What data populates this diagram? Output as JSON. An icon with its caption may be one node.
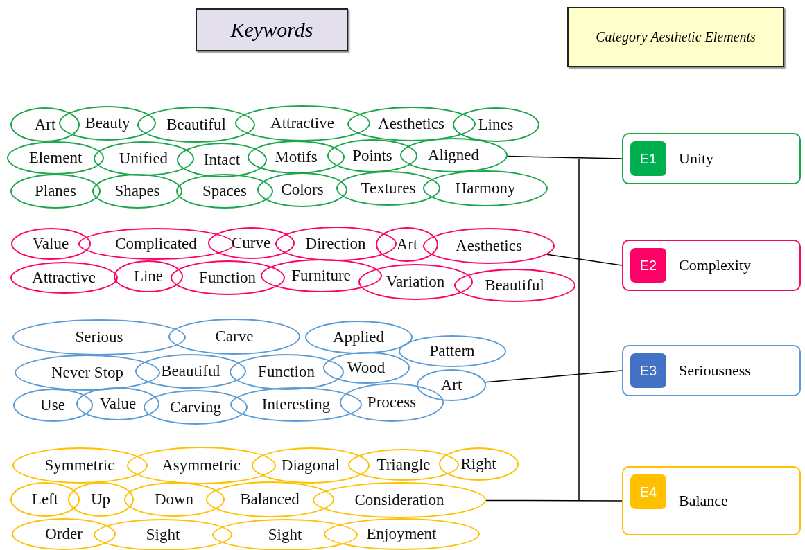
{
  "diagram": {
    "nodes": [
      {
        "text": [
          "Keywords"
        ]
      },
      {
        "text": [
          "Category Aesthetic Elements"
        ]
      },
      {
        "text": [
          "Art"
        ]
      },
      {
        "text": [
          "Beauty"
        ]
      },
      {
        "text": [
          "Beautiful"
        ]
      },
      {
        "text": [
          "Attractive"
        ]
      },
      {
        "text": [
          "Aesthetics"
        ]
      },
      {
        "text": [
          "Lines"
        ]
      },
      {
        "text": [
          "Element"
        ]
      },
      {
        "text": [
          "Unified"
        ]
      },
      {
        "text": [
          "Intact"
        ]
      },
      {
        "text": [
          "Motifs"
        ]
      },
      {
        "text": [
          "Points"
        ]
      },
      {
        "text": [
          "Aligned"
        ]
      },
      {
        "text": [
          "Planes"
        ]
      },
      {
        "text": [
          "Shapes"
        ]
      },
      {
        "text": [
          "Spaces"
        ]
      },
      {
        "text": [
          "Colors"
        ]
      },
      {
        "text": [
          "Textures"
        ]
      },
      {
        "text": [
          "Harmony"
        ]
      },
      {
        "text": [
          "Value"
        ]
      },
      {
        "text": [
          "Complicated"
        ]
      },
      {
        "text": [
          "Curve"
        ]
      },
      {
        "text": [
          "Direction"
        ]
      },
      {
        "text": [
          "Art"
        ]
      },
      {
        "text": [
          "Aesthetics"
        ]
      },
      {
        "text": [
          "Attractive"
        ]
      },
      {
        "text": [
          "Line"
        ]
      },
      {
        "text": [
          "Function"
        ]
      },
      {
        "text": [
          "Furniture"
        ]
      },
      {
        "text": [
          "Variation"
        ]
      },
      {
        "text": [
          "Beautiful"
        ]
      },
      {
        "text": [
          "Serious"
        ]
      },
      {
        "text": [
          "Carve"
        ]
      },
      {
        "text": [
          "Applied"
        ]
      },
      {
        "text": [
          "Pattern"
        ]
      },
      {
        "text": [
          "Never Stop"
        ]
      },
      {
        "text": [
          "Beautiful"
        ]
      },
      {
        "text": [
          "Function"
        ]
      },
      {
        "text": [
          "Wood"
        ]
      },
      {
        "text": [
          "Art"
        ]
      },
      {
        "text": [
          "Use"
        ]
      },
      {
        "text": [
          "Value"
        ]
      },
      {
        "text": [
          "Carving"
        ]
      },
      {
        "text": [
          "Interesting"
        ]
      },
      {
        "text": [
          "Process"
        ]
      },
      {
        "text": [
          "Symmetric"
        ]
      },
      {
        "text": [
          "Asymmetric"
        ]
      },
      {
        "text": [
          "Diagonal"
        ]
      },
      {
        "text": [
          "Triangle"
        ]
      },
      {
        "text": [
          "Right"
        ]
      },
      {
        "text": [
          "Left"
        ]
      },
      {
        "text": [
          "Up"
        ]
      },
      {
        "text": [
          "Down"
        ]
      },
      {
        "text": [
          "Balanced"
        ]
      },
      {
        "text": [
          "Consideration"
        ]
      },
      {
        "text": [
          "Order"
        ]
      },
      {
        "text": [
          "Sight"
        ]
      },
      {
        "text": [
          "Sight"
        ]
      },
      {
        "text": [
          "Enjoyment"
        ]
      },
      {
        "text": [
          "Unity"
        ]
      },
      {
        "text": [
          "E1"
        ],
        "in": 60
      },
      {
        "text": [
          "Complexity"
        ]
      },
      {
        "text": [
          "E2"
        ],
        "in": 62
      },
      {
        "text": [
          "Seriousness"
        ]
      },
      {
        "text": [
          "E3"
        ],
        "in": 64
      },
      {
        "text": [
          "Balance"
        ]
      },
      {
        "text": [
          "E4"
        ],
        "in": 66
      }
    ],
    "edges": [
      {
        "from": 13,
        "to": 60,
        "arrow": "none"
      },
      {
        "from": 25,
        "to": 62,
        "arrow": "none"
      },
      {
        "from": 40,
        "to": 64,
        "arrow": "none"
      },
      {
        "from": 55,
        "to": 66,
        "arrow": "none"
      }
    ]
  }
}
